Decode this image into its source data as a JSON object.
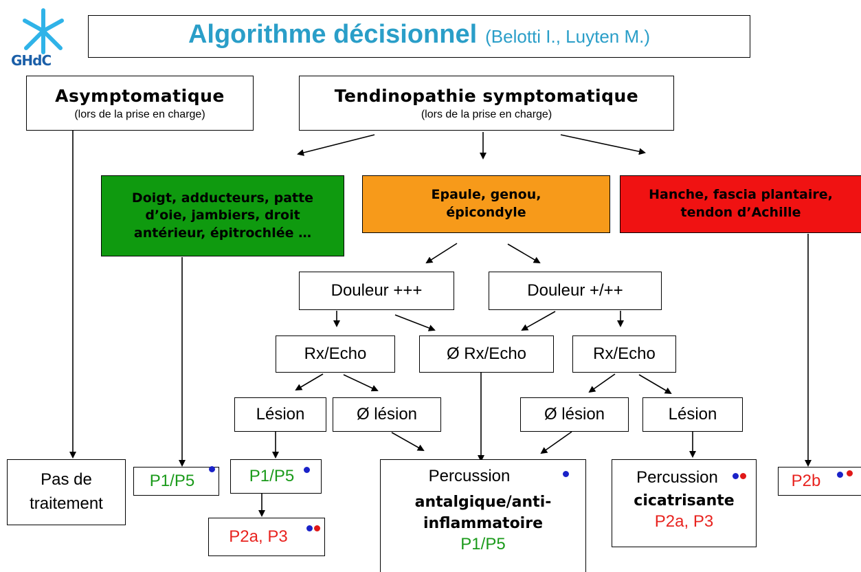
{
  "logo": {
    "text": "GHdC",
    "star_color": "#2fb3e8",
    "text_color": "#1b5fa8"
  },
  "title": {
    "main": "Algorithme décisionnel",
    "authors": "(Belotti I., Luyten M.)",
    "color": "#2a9ec8"
  },
  "asymptomatique": {
    "title": "Asymptomatique",
    "sub": "(lors de la prise en charge)"
  },
  "symptomatique": {
    "title": "Tendinopathie symptomatique",
    "sub": "(lors de la prise en charge)"
  },
  "categories": {
    "green": {
      "lines": [
        "Doigt, adducteurs, patte",
        "d’oie, jambiers, droit",
        "antérieur, épitrochlée …"
      ],
      "color": "#0f9a0f"
    },
    "orange": {
      "lines": [
        "Epaule, genou,",
        "épicondyle"
      ],
      "color": "#f79a1a"
    },
    "red": {
      "lines": [
        "Hanche, fascia plantaire,",
        "tendon d’Achille"
      ],
      "color": "#f01212"
    }
  },
  "douleur_high": "Douleur +++",
  "douleur_low": "Douleur +/++",
  "rx_echo_left": "Rx/Echo",
  "no_rx_echo": "Ø Rx/Echo",
  "rx_echo_right": "Rx/Echo",
  "lesion_left": "Lésion",
  "no_lesion_left": "Ø lésion",
  "no_lesion_right": "Ø lésion",
  "lesion_right": "Lésion",
  "outcomes": {
    "pas_de_traitement": [
      "Pas de",
      "traitement"
    ],
    "p1p5_a": "P1/P5",
    "p1p5_b": "P1/P5",
    "p2a_p3_left": "P2a, P3",
    "percussion_antalgique": {
      "title": "Percussion",
      "bold1": "antalgique/anti-",
      "bold2": "inflammatoire",
      "code": "P1/P5"
    },
    "percussion_cicatrisante": {
      "title": "Percussion",
      "bold": "cicatrisante",
      "code": "P2a, P3"
    },
    "p2b": "P2b"
  },
  "colors": {
    "green_text": "#1a9a1a",
    "red_text": "#e8231f",
    "dot_blue": "#1a22c8",
    "dot_red": "#e01818"
  }
}
